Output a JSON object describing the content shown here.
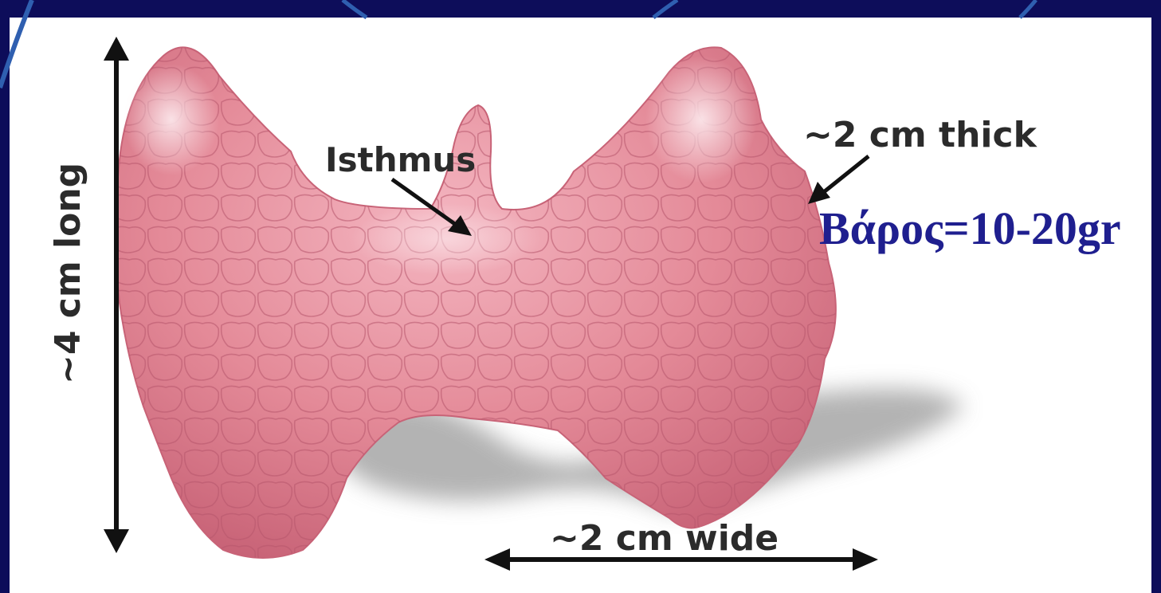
{
  "diagram": {
    "labels": {
      "isthmus": "Isthmus",
      "thickness": "~2 cm thick",
      "length": "~4 cm long",
      "width": "~2 cm wide"
    },
    "weight_text": "Βάρος=10-20gr"
  },
  "colors": {
    "frame": "#0d0d5a",
    "frame_arc": "#2f5fb0",
    "gland_fill": "#e48a98",
    "gland_highlight": "#f7d3da",
    "gland_lines": "#b6566b",
    "shadow": "#9a9a9a",
    "weight_text": "#1f1f8f",
    "label_text": "#2b2b2b"
  }
}
